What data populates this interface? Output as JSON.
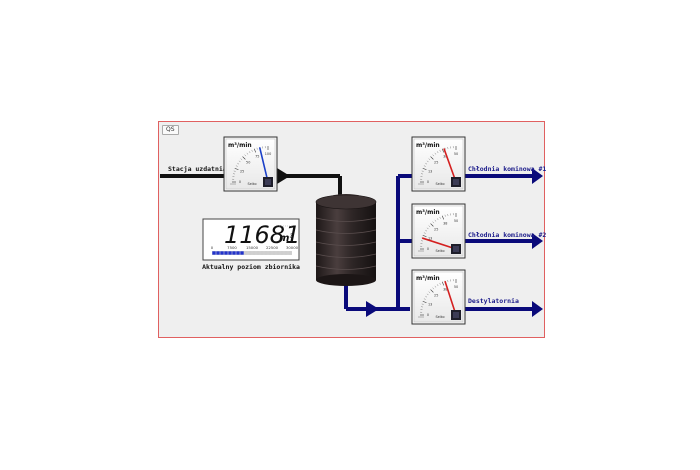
{
  "panel": {
    "tab_label": "QS"
  },
  "source_label": "Stacja uzdatniania",
  "tank_label": "Aktualny poziom zbiornika",
  "level_display": {
    "value": "11681",
    "unit": "m³",
    "scale_labels": [
      "0",
      "7500",
      "15000",
      "22500",
      "30000"
    ],
    "fill_fraction": 0.39
  },
  "gauges": [
    {
      "title": "m³/min",
      "scale_labels": [
        "0",
        "25",
        "50",
        "75",
        "100"
      ],
      "value_fraction": 0.85,
      "needle_color": "#1a3fc8",
      "brand": "Seiko"
    },
    {
      "title": "m³/min",
      "scale_labels": [
        "0",
        "13",
        "25",
        "38",
        "50"
      ],
      "value_fraction": 0.78,
      "needle_color": "#d42020",
      "brand": "Seiko"
    },
    {
      "title": "m³/min",
      "scale_labels": [
        "0",
        "13",
        "25",
        "38",
        "50"
      ],
      "value_fraction": 0.2,
      "needle_color": "#d42020",
      "brand": "Seiko"
    },
    {
      "title": "m³/min",
      "scale_labels": [
        "0",
        "13",
        "25",
        "38",
        "50"
      ],
      "value_fraction": 0.8,
      "needle_color": "#d42020",
      "brand": "Seiko"
    }
  ],
  "outputs": [
    {
      "label": "Chłodnia kominowa #1"
    },
    {
      "label": "Chłodnia kominowa #2"
    },
    {
      "label": "Destylatornia"
    }
  ],
  "colors": {
    "inflow_pipe": "#111111",
    "outflow_pipe": "#0a0a7a",
    "tank": "#2b2323",
    "bar_fill": "#2233cc"
  }
}
